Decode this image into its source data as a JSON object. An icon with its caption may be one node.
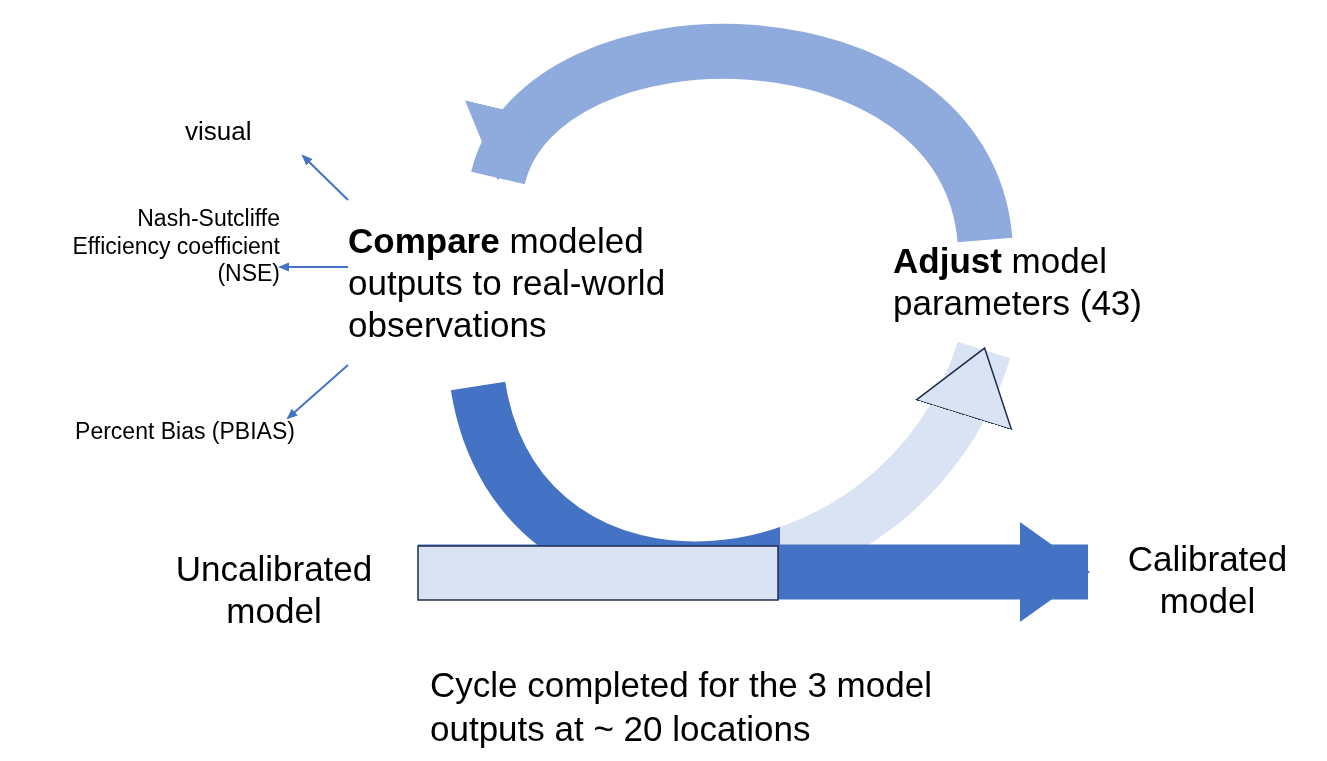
{
  "diagram": {
    "nodes": [
      {
        "text": [
          "visual"
        ]
      },
      {
        "text": [
          "Nash-Sutcliffe Efficiency coefficient (NSE)"
        ]
      },
      {
        "text": [
          "Percent Bias (PBIAS)"
        ]
      },
      {
        "text": [
          "**Compare** modeled outputs to real-world observations"
        ]
      },
      {
        "text": [
          "**Adjust** model parameters (43)"
        ]
      },
      {
        "text": [
          "Uncalibrated model"
        ]
      },
      {
        "text": [
          "Calibrated model"
        ]
      }
    ],
    "edges": [
      {
        "from": 3,
        "to": 0,
        "arrow": "to"
      },
      {
        "from": 3,
        "to": 1,
        "arrow": "to"
      },
      {
        "from": 3,
        "to": 2,
        "arrow": "to"
      },
      {
        "from": 4,
        "to": 3,
        "arrow": "to",
        "style": "thick",
        "color": "#8faadc"
      },
      {
        "from": 3,
        "to": 4,
        "arrow": "to",
        "style": "thick",
        "color": "#4472c4"
      },
      {
        "from": 5,
        "to": 6,
        "arrow": "to",
        "style": "thick",
        "color": "#4472c4"
      }
    ],
    "labels": [
      "Cycle completed for the 3 model outputs at ~ 20 locations"
    ]
  }
}
